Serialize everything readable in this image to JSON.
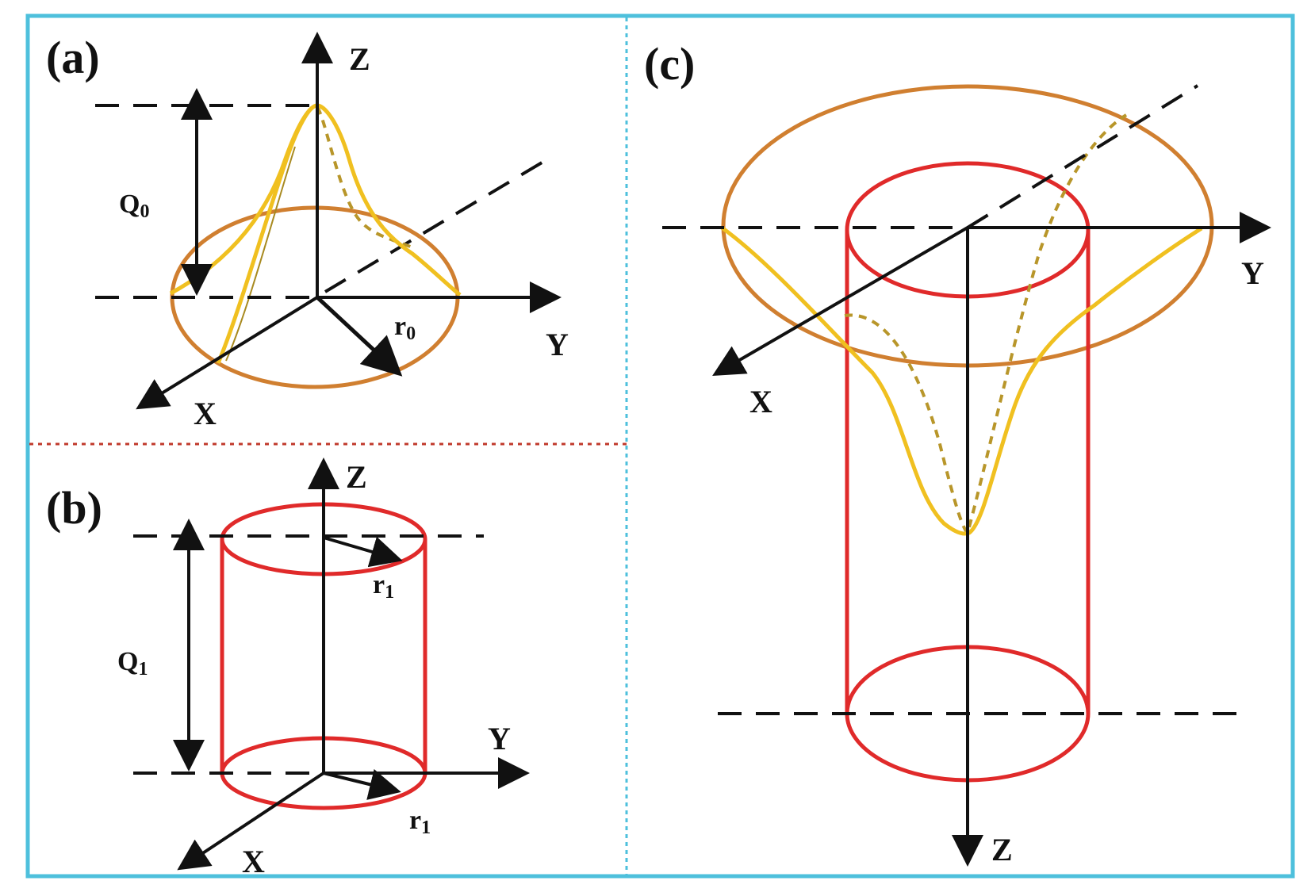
{
  "panels": {
    "a": {
      "letter": "(a)",
      "axis_z": "Z",
      "axis_y": "Y",
      "axis_x": "X",
      "height_label": "Q",
      "height_sub": "0",
      "radius_label": "r",
      "radius_sub": "0"
    },
    "b": {
      "letter": "(b)",
      "axis_z": "Z",
      "axis_y": "Y",
      "axis_x": "X",
      "height_label": "Q",
      "height_sub": "1",
      "radius_top_label": "r",
      "radius_top_sub": "1",
      "radius_bottom_label": "r",
      "radius_bottom_sub": "1"
    },
    "c": {
      "letter": "(c)",
      "axis_z": "Z",
      "axis_y": "Y",
      "axis_x": "X"
    }
  },
  "colors": {
    "frame": "#4ec0dc",
    "divider_vertical": "#4ec0dc",
    "divider_horizontal": "#c0392b",
    "gaussian": "#f0c020",
    "gaussian_dashed": "#b8962a",
    "disk_ellipse": "#d07f30",
    "cylinder": "#e02a2a",
    "axis": "#111111"
  }
}
